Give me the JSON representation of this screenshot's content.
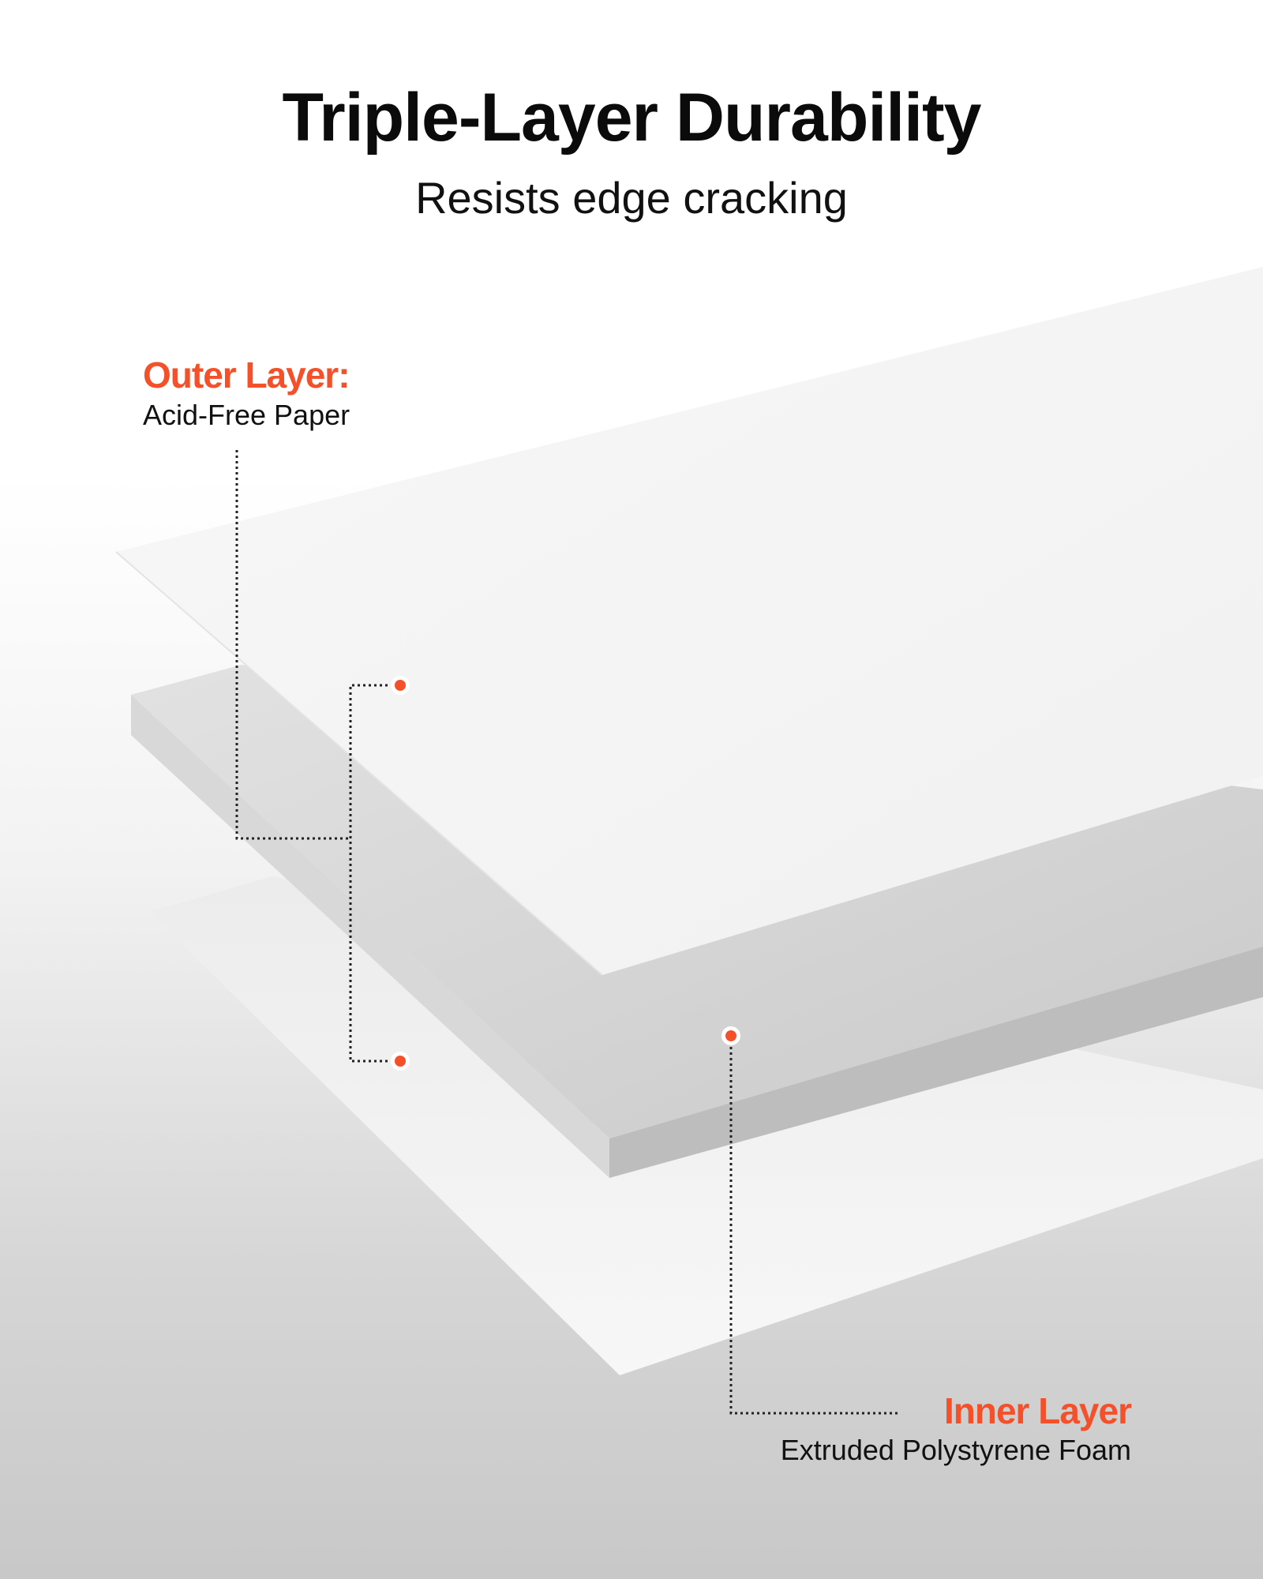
{
  "header": {
    "title": "Triple-Layer Durability",
    "subtitle": "Resists edge cracking"
  },
  "callouts": {
    "outer": {
      "title": "Outer Layer:",
      "description": "Acid-Free Paper"
    },
    "inner": {
      "title": "Inner Layer",
      "description": "Extruded Polystyrene Foam"
    }
  },
  "colors": {
    "accent": "#f4502a",
    "text": "#0b0b0b"
  }
}
